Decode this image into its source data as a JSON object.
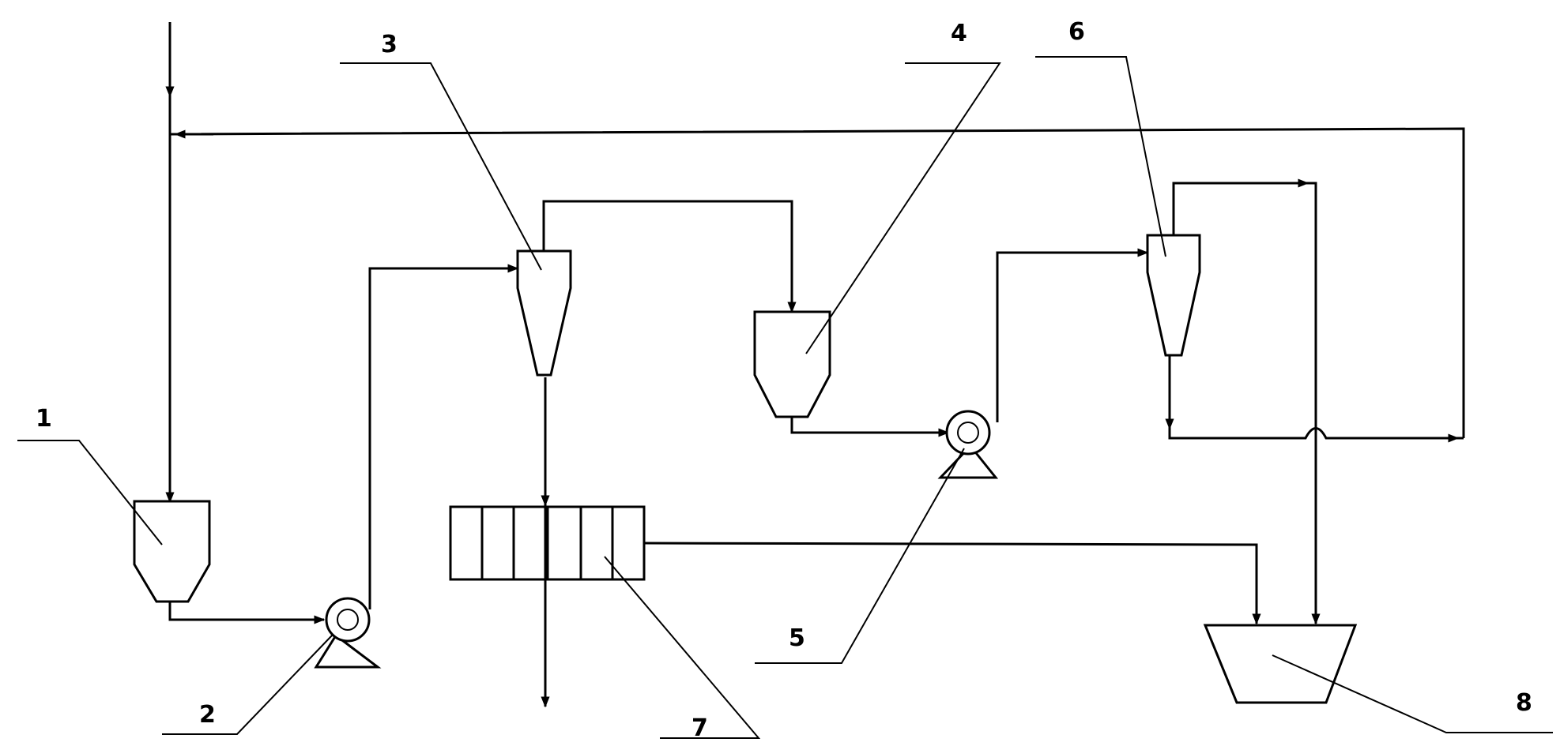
{
  "labels": [
    "1",
    "2",
    "3",
    "4",
    "5",
    "6",
    "7",
    "8"
  ],
  "colors": {
    "line": "#000000",
    "background": "#ffffff"
  }
}
